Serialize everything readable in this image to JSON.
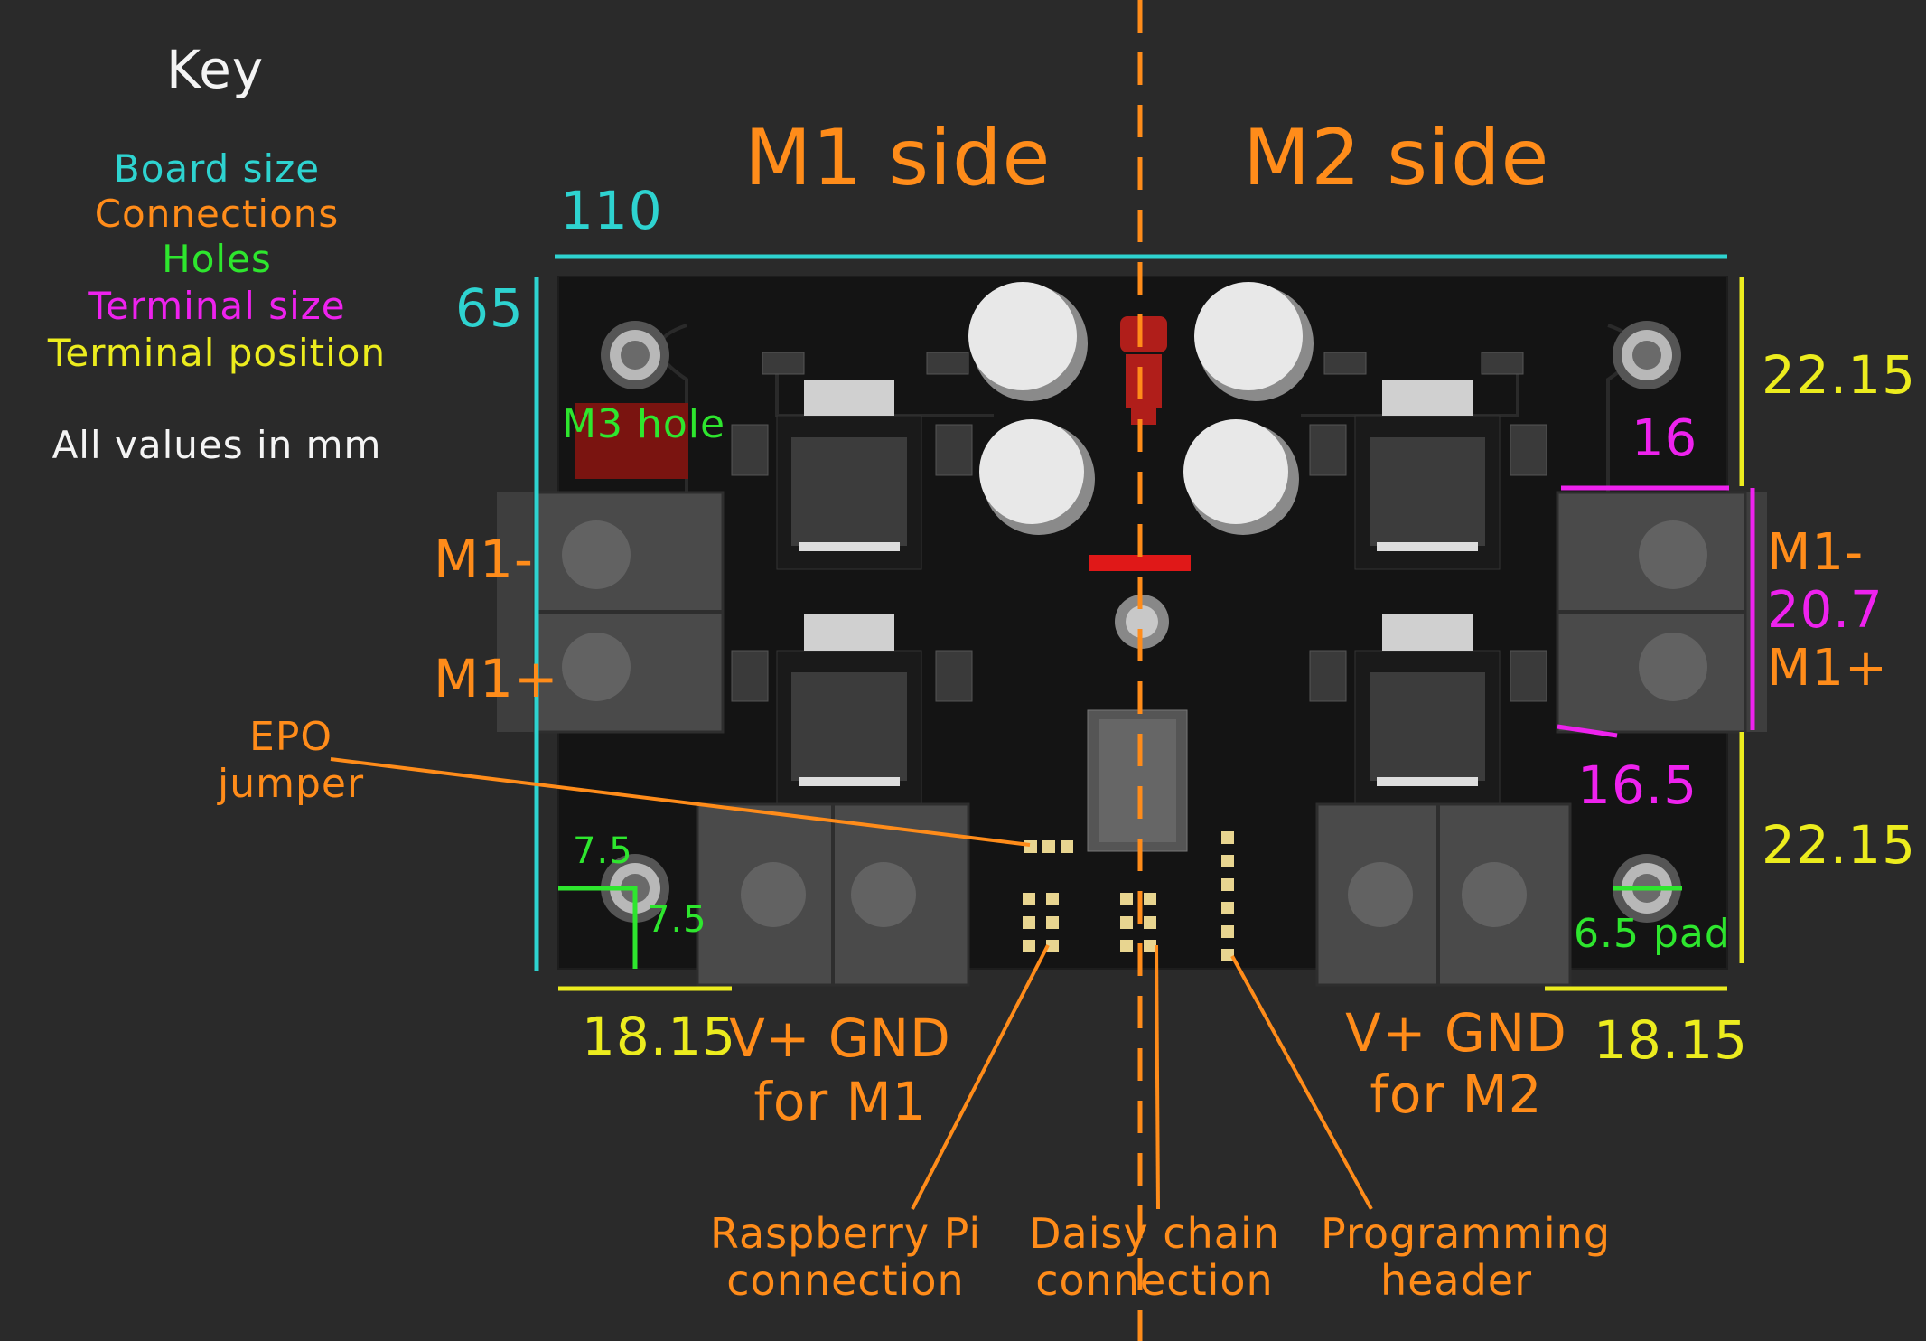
{
  "key": {
    "title": "Key",
    "board_size": "Board size",
    "connections": "Connections",
    "holes": "Holes",
    "terminal_size": "Terminal size",
    "terminal_position": "Terminal position",
    "units_note": "All values in mm"
  },
  "sides": {
    "m1": "M1 side",
    "m2": "M2 side"
  },
  "board": {
    "width": "110",
    "height": "65"
  },
  "holes": {
    "m3_hole": "M3 hole",
    "offset_x": "7.5",
    "offset_y": "7.5",
    "pad": "6.5 pad"
  },
  "motor_terminals": {
    "left_top": "M1-",
    "left_bottom": "M1+",
    "right_top": "M1-",
    "right_bottom": "M1+",
    "pitch": "20.7",
    "width": "16",
    "depth": "16.5",
    "offset_top": "22.15",
    "offset_bottom": "22.15"
  },
  "power_terminals": {
    "left_offset": "18.15",
    "right_offset": "18.15",
    "m1_line1": "V+  GND",
    "m1_line2": "for M1",
    "m2_line1": "V+  GND",
    "m2_line2": "for M2"
  },
  "callouts": {
    "epo_line1": "EPO",
    "epo_line2": "jumper",
    "rpi_line1": "Raspberry Pi",
    "rpi_line2": "connection",
    "daisy_line1": "Daisy chain",
    "daisy_line2": "connection",
    "prog_line1": "Programming",
    "prog_line2": "header"
  },
  "colors": {
    "background": "#2a2a2a",
    "board_size": "#2ed3d0",
    "connections": "#ff8c1a",
    "holes": "#2ee62e",
    "terminal_size": "#ee22ee",
    "terminal_position": "#ecec1e",
    "pcb": "#141414"
  }
}
